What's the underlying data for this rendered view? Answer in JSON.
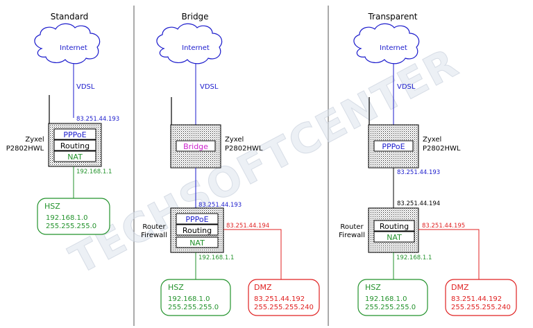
{
  "colors": {
    "blue": "#1a1acc",
    "green": "#22922b",
    "red": "#e02020",
    "magenta": "#cc22cc",
    "black": "#000000",
    "gray_divider": "#555555"
  },
  "watermark": "TECHSOFTCENTER",
  "panels": {
    "standard": {
      "title": "Standard",
      "internet": "Internet",
      "vdsl": "VDSL",
      "wan_ip": "83.251.44.193",
      "device_name_1": "Zyxel",
      "device_name_2": "P2802HWL",
      "box_pppoe": "PPPoE",
      "box_routing": "Routing",
      "box_nat": "NAT",
      "lan_ip": "192.168.1.1",
      "hsz": {
        "title": "HSZ",
        "net": "192.168.1.0",
        "mask": "255.255.255.0"
      }
    },
    "bridge": {
      "title": "Bridge",
      "internet": "Internet",
      "vdsl": "VDSL",
      "device_name_1": "Zyxel",
      "device_name_2": "P2802HWL",
      "box_bridge": "Bridge",
      "wan_ip": "83.251.44.193",
      "router_name_1": "Router",
      "router_name_2": "Firewall",
      "box_pppoe": "PPPoE",
      "box_routing": "Routing",
      "box_nat": "NAT",
      "dmz_ip": "83.251.44.194",
      "lan_ip": "192.168.1.1",
      "hsz": {
        "title": "HSZ",
        "net": "192.168.1.0",
        "mask": "255.255.255.0"
      },
      "dmz": {
        "title": "DMZ",
        "net": "83.251.44.192",
        "mask": "255.255.255.240"
      }
    },
    "transparent": {
      "title": "Transparent",
      "internet": "Internet",
      "vdsl": "VDSL",
      "device_name_1": "Zyxel",
      "device_name_2": "P2802HWL",
      "box_pppoe": "PPPoE",
      "modem_lan_ip": "83.251.44.193",
      "router_wan_ip": "83.251.44.194",
      "router_name_1": "Router",
      "router_name_2": "Firewall",
      "box_routing": "Routing",
      "box_nat": "NAT",
      "dmz_ip": "83.251.44.195",
      "lan_ip": "192.168.1.1",
      "hsz": {
        "title": "HSZ",
        "net": "192.168.1.0",
        "mask": "255.255.255.0"
      },
      "dmz": {
        "title": "DMZ",
        "net": "83.251.44.192",
        "mask": "255.255.255.240"
      }
    }
  }
}
